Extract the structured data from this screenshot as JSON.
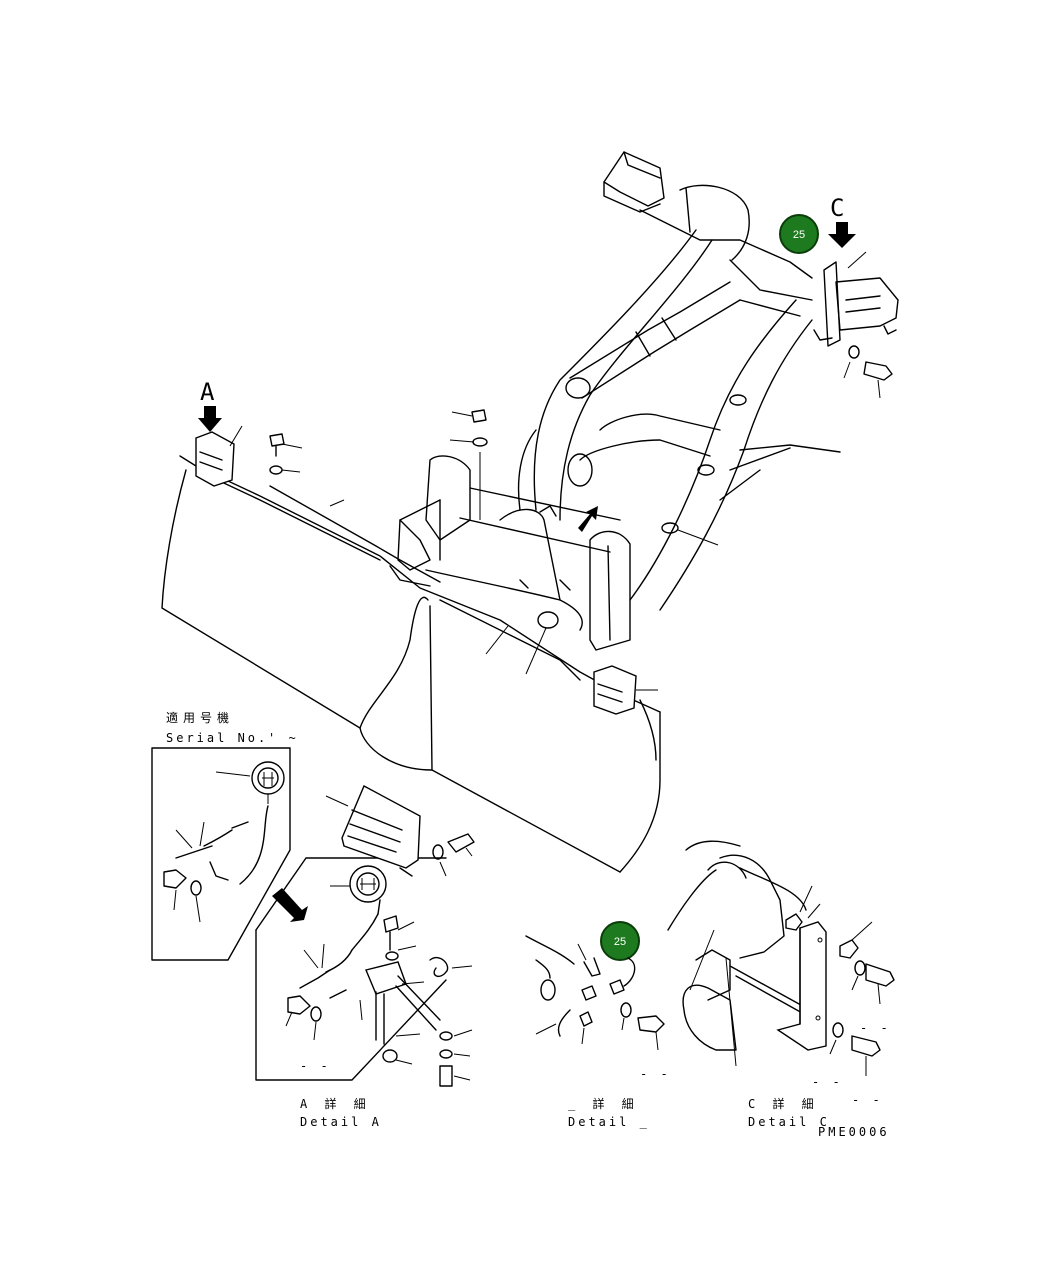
{
  "view_labels": {
    "a": "A",
    "c": "C"
  },
  "badges": {
    "top": "25",
    "detail_b": "25"
  },
  "colors": {
    "badge_fill": "#1e7a1e",
    "badge_stroke": "#0b3d0b",
    "line": "#000000"
  },
  "serial_box": {
    "title_jp": "適用号機",
    "title_en": "Serial No.",
    "range": "' ~"
  },
  "details": {
    "a": {
      "jp": "A 詳 細",
      "en": "Detail A"
    },
    "b": {
      "jp": "_ 詳 細",
      "en": "Detail _"
    },
    "c": {
      "jp": "C 詳 細",
      "en": "Detail C"
    }
  },
  "small_marks": {
    "a_dash": "- -",
    "b_dash": "- -",
    "c_dash1": "- -",
    "c_dash2": "- -",
    "c_dash3": "- -"
  },
  "drawing_code": "PME0006"
}
